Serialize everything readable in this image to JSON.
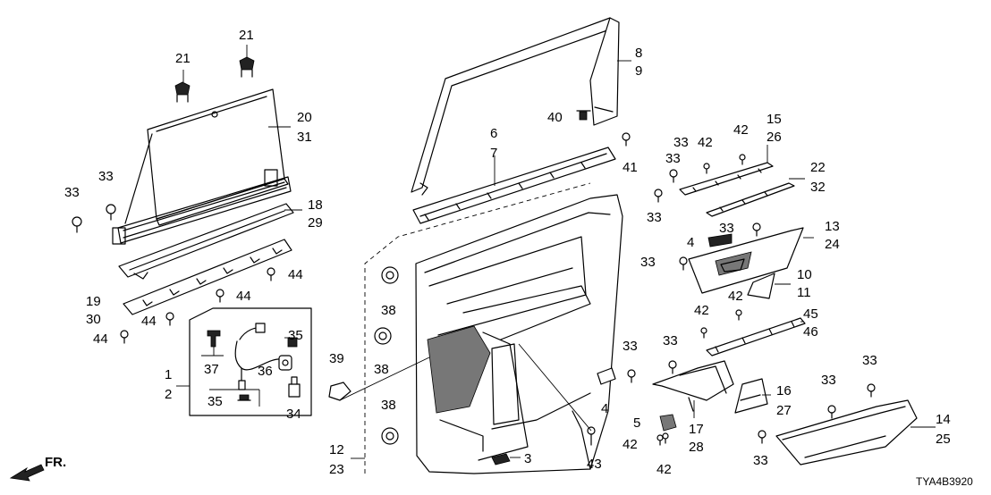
{
  "diagram_code": "TYA4B3920",
  "front_marker": "FR.",
  "callouts": {
    "c1": "1",
    "c2": "2",
    "c3": "3",
    "c4a": "4",
    "c4b": "4",
    "c5": "5",
    "c6": "6",
    "c7": "7",
    "c8": "8",
    "c9": "9",
    "c10": "10",
    "c11": "11",
    "c12": "12",
    "c13": "13",
    "c14": "14",
    "c15": "15",
    "c16": "16",
    "c17": "17",
    "c18": "18",
    "c19": "19",
    "c20": "20",
    "c21a": "21",
    "c21b": "21",
    "c22": "22",
    "c23": "23",
    "c24": "24",
    "c25": "25",
    "c26": "26",
    "c27": "27",
    "c28": "28",
    "c29": "29",
    "c30": "30",
    "c31": "31",
    "c32": "32",
    "c33a": "33",
    "c33b": "33",
    "c33c": "33",
    "c33d": "33",
    "c33e": "33",
    "c33f": "33",
    "c33g": "33",
    "c33h": "33",
    "c33i": "33",
    "c33j": "33",
    "c33k": "33",
    "c33l": "33",
    "c34": "34",
    "c35a": "35",
    "c35b": "35",
    "c36": "36",
    "c37": "37",
    "c38a": "38",
    "c38b": "38",
    "c38c": "38",
    "c39": "39",
    "c40": "40",
    "c41": "41",
    "c42a": "42",
    "c42b": "42",
    "c42c": "42",
    "c42d": "42",
    "c42e": "42",
    "c42f": "42",
    "c43": "43",
    "c44a": "44",
    "c44b": "44",
    "c44c": "44",
    "c44d": "44",
    "c45": "45",
    "c46": "46"
  }
}
